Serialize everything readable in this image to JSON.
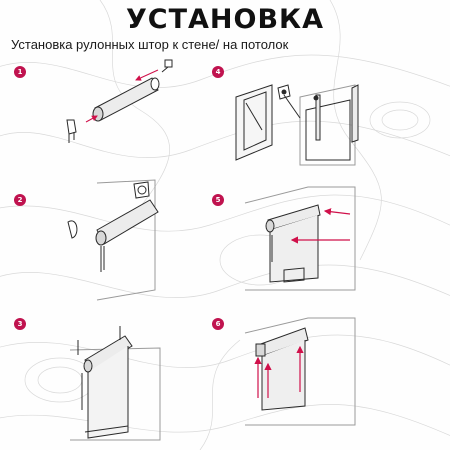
{
  "title": "УСТАНОВКА",
  "subtitle": "Установка рулонных штор к стене/ на потолок",
  "steps": [
    {
      "number": "1"
    },
    {
      "number": "2"
    },
    {
      "number": "3"
    },
    {
      "number": "4"
    },
    {
      "number": "5"
    },
    {
      "number": "6"
    }
  ],
  "colors": {
    "accent": "#c0134f",
    "line": "#2a2a2a",
    "fabric": "#e6e6e6",
    "arrow": "#d0104a"
  }
}
